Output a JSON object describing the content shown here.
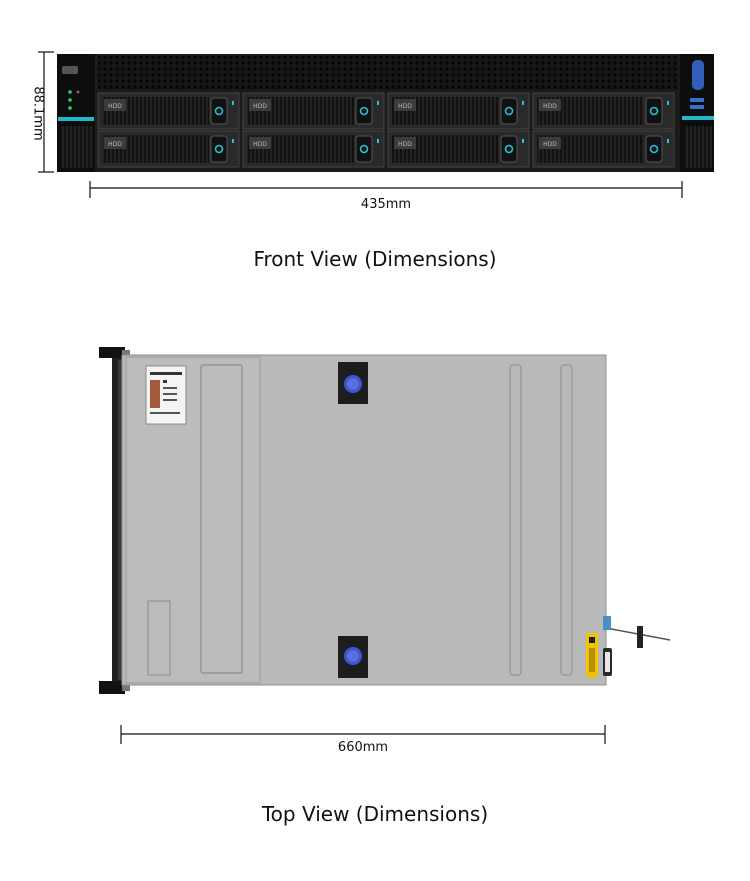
{
  "front_view": {
    "caption": "Front View (Dimensions)",
    "width_label": "435mm",
    "height_label": "88.1mm",
    "drive_tag": "HDD",
    "colors": {
      "chassis": "#1b1b1b",
      "bezel": "#0c0c0c",
      "accent": "#1fb7c9",
      "drive_led": "#20c4d6",
      "power_blue": "#2f5fb8"
    }
  },
  "top_view": {
    "caption": "Top View (Dimensions)",
    "depth_label": "660mm",
    "colors": {
      "lid": "#b9b9b9",
      "lid_edge": "#8f8f8f",
      "latch_blue": "#3d52d5",
      "warning_label": "#f1c400"
    }
  }
}
